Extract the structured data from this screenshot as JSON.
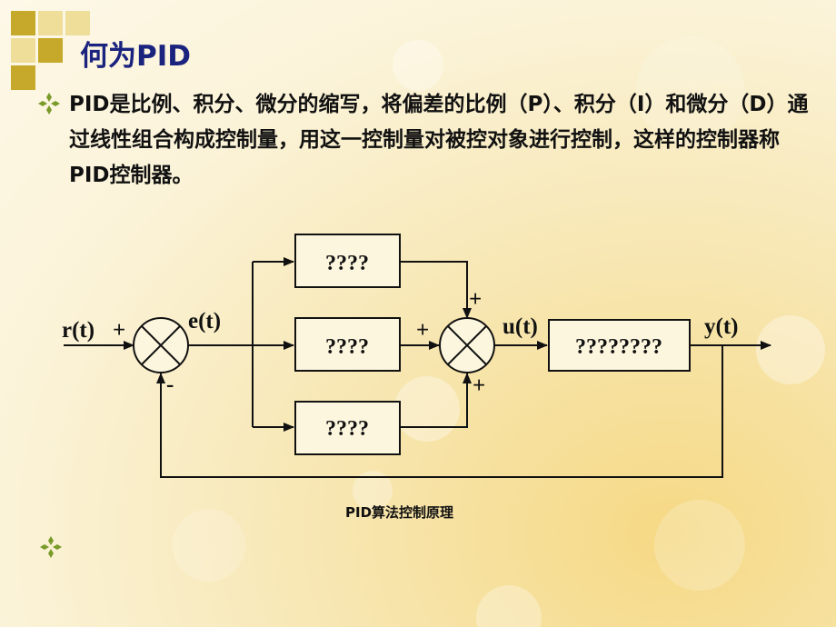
{
  "slide": {
    "title": "何为PID",
    "bullet_text": "PID是比例、积分、微分的缩写，将偏差的比例（P）、积分（I）和微分（D）通过线性组合构成控制量，用这一控制量对被控对象进行控制，这样的控制器称PID控制器。",
    "caption": "PID算法控制原理",
    "empty_bullet_text": ""
  },
  "colors": {
    "title": "#1a237e",
    "bullet": "#7a9a2a",
    "square_dark": "#c6a82a",
    "square_light": "#eede9a"
  },
  "icons": {
    "bullet": "diamond-bullet-icon",
    "summing": "summing-junction-icon"
  },
  "diagram": {
    "input_label": "r(t)",
    "error_label": "e(t)",
    "control_label": "u(t)",
    "output_label": "y(t)",
    "plus": "+",
    "minus": "-",
    "block_p": "????",
    "block_i": "????",
    "block_d": "????",
    "block_plant": "????????"
  }
}
